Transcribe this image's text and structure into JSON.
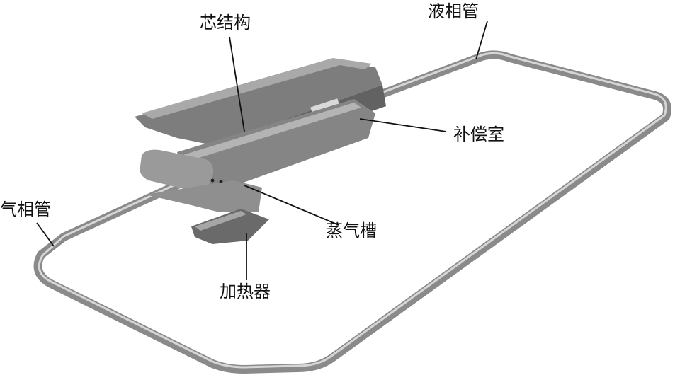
{
  "labels": {
    "wick": "芯结构",
    "liquid_line": "液相管",
    "compensation_chamber": "补偿室",
    "vapor_line": "气相管",
    "vapor_groove": "蒸气槽",
    "heater": "加热器"
  },
  "colors": {
    "tube": "#9a9a9a",
    "tube_highlight": "#d8d8d8",
    "metal_dark": "#6e6e6e",
    "metal_mid": "#8c8c8c",
    "metal_light": "#b0b0b0",
    "leader": "#111111"
  }
}
